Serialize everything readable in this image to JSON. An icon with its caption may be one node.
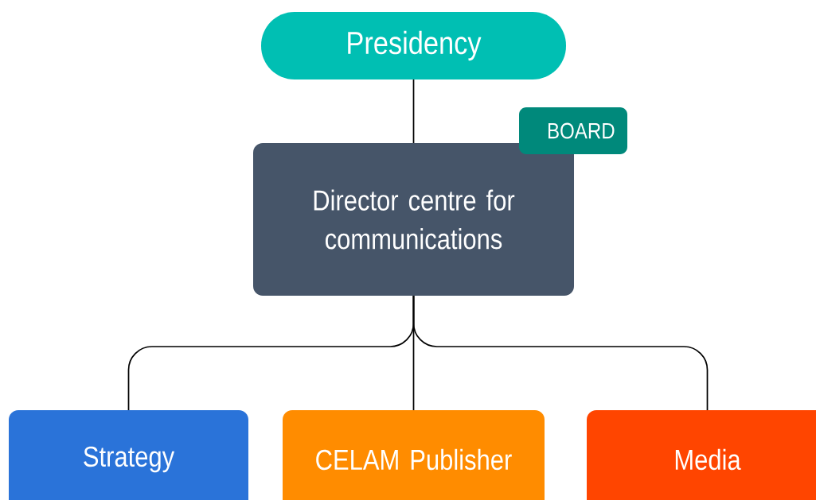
{
  "diagram": {
    "nodes": [
      {
        "text": [
          "Presidency"
        ]
      },
      {
        "text": [
          "BOARD"
        ]
      },
      {
        "text": [
          "Director centre for communications"
        ]
      },
      {
        "text": [
          "Strategy"
        ]
      },
      {
        "text": [
          "CELAM Publisher"
        ]
      },
      {
        "text": [
          "Media"
        ]
      }
    ],
    "edges": [
      {
        "from": 0,
        "to": 2,
        "arrow": "none"
      },
      {
        "from": 2,
        "to": 3,
        "arrow": "none"
      },
      {
        "from": 2,
        "to": 4,
        "arrow": "none"
      },
      {
        "from": 2,
        "to": 5,
        "arrow": "none"
      }
    ]
  }
}
